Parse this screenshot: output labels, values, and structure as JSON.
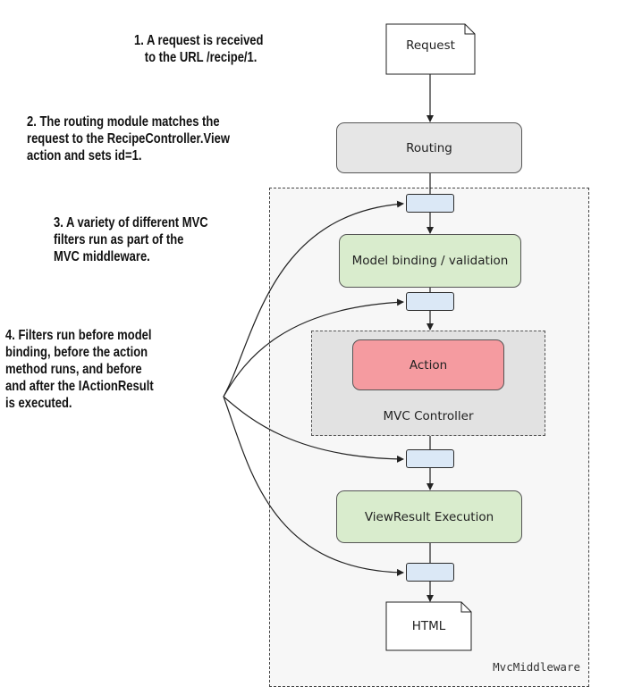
{
  "annotations": {
    "step1": [
      "1. A request is received",
      "to the URL /recipe/1."
    ],
    "step2": [
      "2. The routing module matches the",
      "request to the RecipeController.View",
      "action and sets id=1."
    ],
    "step3": [
      "3. A variety of different MVC",
      "filters run as part of the",
      "MVC middleware."
    ],
    "step4": [
      "4. Filters run before model",
      "binding, before the action",
      "method runs, and before",
      "and after the IActionResult",
      "is executed."
    ]
  },
  "nodes": {
    "request": "Request",
    "routing": "Routing",
    "model_binding": "Model binding / validation",
    "action": "Action",
    "controller": "MVC Controller",
    "view_result": "ViewResult Execution",
    "html": "HTML",
    "middleware": "MvcMiddleware"
  },
  "colors": {
    "routing_fill": "#e6e6e6",
    "green_fill": "#d9eccd",
    "action_fill": "#f59ba0",
    "controller_fill": "#e2e2e2",
    "filter_fill": "#dbe8f6",
    "middleware_fill": "#f7f7f7"
  }
}
